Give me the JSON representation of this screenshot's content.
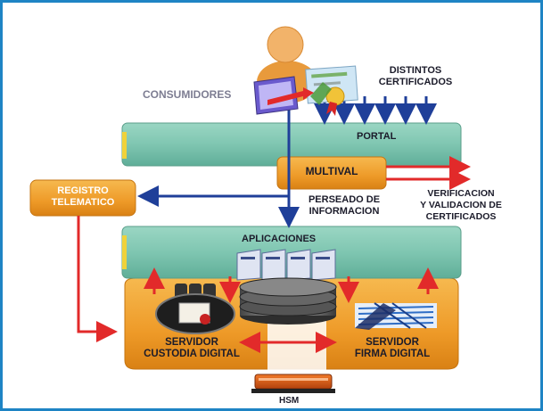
{
  "labels": {
    "consumers": "CONSUMIDORES",
    "certificates": [
      "DISTINTOS",
      "CERTIFICADOS"
    ],
    "portal": "PORTAL",
    "multival": "MULTIVAL",
    "registry": [
      "REGISTRO",
      "TELEMATICO"
    ],
    "parsing": [
      "PERSEADO DE",
      "INFORMACION"
    ],
    "verification": [
      "VERIFICACION",
      "Y VALIDACION DE",
      "CERTIFICADOS"
    ],
    "applications": "APLICACIONES",
    "custody": [
      "SERVIDOR",
      "CUSTODIA DIGITAL"
    ],
    "signature": [
      "SERVIDOR",
      "FIRMA DIGITAL"
    ],
    "hsm": "HSM"
  },
  "colors": {
    "frame": "#1e84c4",
    "teal_panel": "#7fc8b3",
    "orange": "#f0a030",
    "arrow_blue": "#1f3f99",
    "arrow_red": "#e22a2a"
  },
  "icons": [
    "person-icon",
    "certificate-icon",
    "server-rack-icon",
    "disk-stack-icon",
    "seal-icon",
    "fingerprint-icon",
    "hsm-device-icon"
  ]
}
